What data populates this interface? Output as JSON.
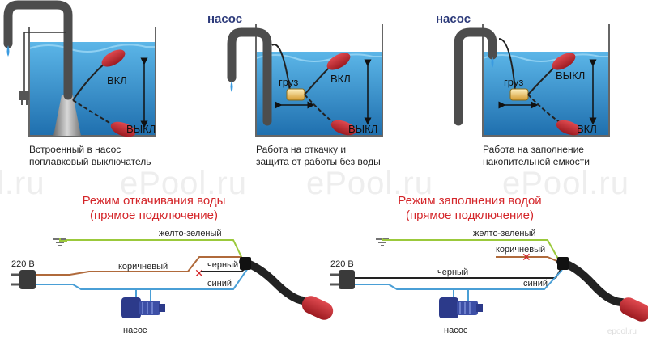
{
  "watermarks": [
    "l.ru",
    "ePool.ru",
    "ePool.ru",
    "ePool.ru"
  ],
  "corner_mark": "epool.ru",
  "panels": [
    {
      "caption_lines": [
        "Встроенный в насос",
        "поплавковый выключатель"
      ],
      "on_label": "ВКЛ",
      "off_label": "ВЫКЛ"
    },
    {
      "pump_label": "насос",
      "weight_label": "груз",
      "caption_lines": [
        "Работа на откачку и",
        "защита от работы без воды"
      ],
      "on_label": "ВКЛ",
      "off_label": "ВЫКЛ"
    },
    {
      "pump_label": "насос",
      "weight_label": "груз",
      "caption_lines": [
        "Работа на заполнение",
        "накопительной емкости"
      ],
      "on_label": "ВЫКЛ",
      "off_label": "ВКЛ"
    }
  ],
  "wiring": [
    {
      "title_lines": [
        "Режим откачивания воды",
        "(прямое подключение)"
      ],
      "voltage": "220 В",
      "wires": {
        "yellow_green": "желто-зеленый",
        "brown": "коричневый",
        "black": "черный",
        "blue": "синий"
      },
      "pump_label": "насос"
    },
    {
      "title_lines": [
        "Режим заполнения водой",
        "(прямое подключение)"
      ],
      "voltage": "220 В",
      "wires": {
        "yellow_green": "желто-зеленый",
        "brown": "коричневый",
        "black": "черный",
        "blue": "синий"
      },
      "pump_label": "насос"
    }
  ],
  "colors": {
    "water": "#3d9fd8",
    "water_dark": "#1f6fae",
    "float_red": "#c6262e",
    "wire_yellow_green": "#9bc93b",
    "wire_brown": "#b06a3b",
    "wire_blue": "#4a9fd6",
    "wire_black": "#222222",
    "title_red": "#d4262a",
    "pump_text": "#2c3a7a"
  }
}
